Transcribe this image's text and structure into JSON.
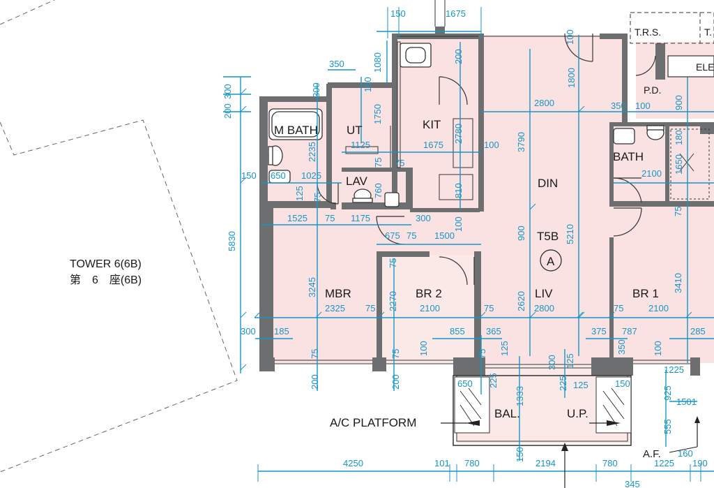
{
  "tower": {
    "line1": "TOWER 6(6B)",
    "line2": "第　6　座(6B)"
  },
  "unit": {
    "name": "T5B",
    "flat_letter": "A"
  },
  "rooms": {
    "m_bath": "M BATH",
    "ut": "UT",
    "kit": "KIT",
    "lav": "LAV",
    "din": "DIN",
    "bath": "BATH",
    "mbr": "MBR",
    "br2": "BR 2",
    "liv": "LIV",
    "br1": "BR 1",
    "bal": "BAL.",
    "up": "U.P.",
    "trs": "T.R.S.",
    "trs_partial": "T.",
    "ele": "ELE",
    "pd": "P.D.",
    "af": "A.F.",
    "ac_platform": "A/C PLATFORM"
  },
  "dimensions": {
    "d150_top": "150",
    "d1675_top": "1675",
    "d100_top": "100",
    "d1080": "1080",
    "d200_kit": "200",
    "d350": "350",
    "d150_ut": "150",
    "d300_left": "300",
    "d200_left": "200",
    "d300_mb": "300",
    "d1750": "1750",
    "d1800": "1800",
    "d2800_din": "2800",
    "d350_bath": "350",
    "d100_bath": "100",
    "d900_right": "900",
    "d180": "180",
    "d2235": "2235",
    "d2780": "2780",
    "d1125": "1125",
    "d1675_kit": "1675",
    "d3790": "3790",
    "d100_kit": "100",
    "d1650": "1650",
    "d75_lav": "75",
    "d75_lav2": "75",
    "d2100_bath": "2100",
    "d150_mb": "150",
    "d650": "650",
    "d1025": "1025",
    "d760": "760",
    "d810": "810",
    "d125": "125",
    "d75_mb": "75",
    "d5830": "5830",
    "d1525": "1525",
    "d75_a": "75",
    "d1175": "1175",
    "d300_mid": "300",
    "d100_mid": "100",
    "d900_liv": "900",
    "d5210": "5210",
    "d75_br1": "75",
    "d675": "675",
    "d75_b": "75",
    "d1500": "1500",
    "d75_br2": "75",
    "d3245": "3245",
    "d3410": "3410",
    "d2325": "2325",
    "d75_c": "75",
    "d2270": "2270",
    "d2100_br2": "2100",
    "d75_d": "75",
    "d2620": "2620",
    "d2800_liv": "2800",
    "d75_e": "75",
    "d2100_br1": "2100",
    "d300_low": "300",
    "d185": "185",
    "d855": "855",
    "d365": "365",
    "d375": "375",
    "d787": "787",
    "d285": "285",
    "d125_low": "125",
    "d350_low": "350",
    "d100_low": "100",
    "d100_low2": "100",
    "d75_f": "75",
    "d75_g": "75",
    "d75_h": "75",
    "d300_bal": "300",
    "d125_bal": "125",
    "d1225": "1225",
    "d200_a": "200",
    "d200_b": "200",
    "d650_b": "650",
    "d150_b": "150",
    "d225": "225",
    "d1333": "1333",
    "d225_b": "225",
    "d125_b": "125",
    "d925": "925",
    "d1501": "1501",
    "d555": "555",
    "d150_bottom": "150",
    "d4250": "4250",
    "d101": "101",
    "d780_a": "780",
    "d2194": "2194",
    "d780_b": "780",
    "d1225_bottom": "1225",
    "d160": "160",
    "d190": "190",
    "d345": "345"
  }
}
